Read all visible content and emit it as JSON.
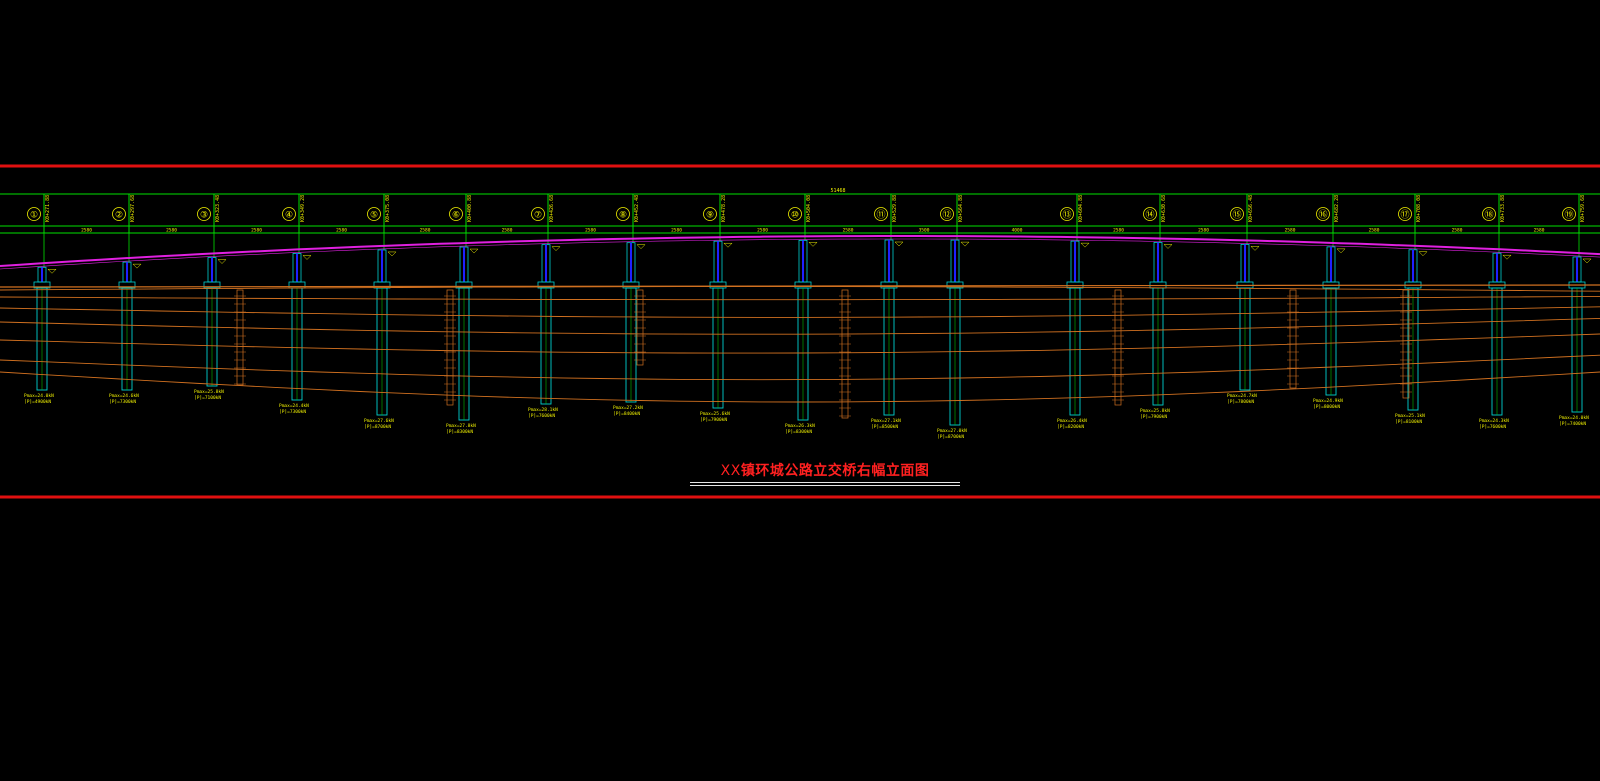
{
  "drawing": {
    "title_prefix": "XX",
    "title_main": "镇环城公路立交桥右幅立面图",
    "total_length_label": "51468",
    "colors": {
      "background": "#000000",
      "frame": "#e01010",
      "grid": "#00e000",
      "deck": "#e020e0",
      "strata": "#d07020",
      "pile": "#00d0d0",
      "text": "#f0f000",
      "column_inner": "#2020ff",
      "title": "#ff2020"
    },
    "piers": [
      {
        "id": "①",
        "station": "K0+271.88",
        "elevation_label": "Pmax=24.0kN",
        "length_label": "[P]=4900kN",
        "span_label": "2580"
      },
      {
        "id": "②",
        "station": "K0+297.68",
        "elevation_label": "Pmax=24.6kN",
        "length_label": "[P]=7300kN",
        "span_label": "2580"
      },
      {
        "id": "③",
        "station": "K0+323.48",
        "elevation_label": "Pmax=25.8kN",
        "length_label": "[P]=7100kN",
        "span_label": "2580"
      },
      {
        "id": "④",
        "station": "K0+349.28",
        "elevation_label": "Pmax=24.4kN",
        "length_label": "[P]=7300kN",
        "span_label": "2580"
      },
      {
        "id": "⑤",
        "station": "K0+375.08",
        "elevation_label": "Pmax=27.6kN",
        "length_label": "[P]=8700kN",
        "span_label": "2580"
      },
      {
        "id": "⑥",
        "station": "K0+400.88",
        "elevation_label": "Pmax=27.8kN",
        "length_label": "[P]=8300kN",
        "span_label": "2580"
      },
      {
        "id": "⑦",
        "station": "K0+426.68",
        "elevation_label": "Pmax=28.1kN",
        "length_label": "[P]=7600kN",
        "span_label": "2580"
      },
      {
        "id": "⑧",
        "station": "K0+452.48",
        "elevation_label": "Pmax=27.2kN",
        "length_label": "[P]=8400kN",
        "span_label": "2580"
      },
      {
        "id": "⑨",
        "station": "K0+478.28",
        "elevation_label": "Pmax=25.6kN",
        "length_label": "[P]=7900kN",
        "span_label": "2580"
      },
      {
        "id": "⑩",
        "station": "K0+504.08",
        "elevation_label": "Pmax=26.3kN",
        "length_label": "[P]=8300kN",
        "span_label": "2580"
      },
      {
        "id": "⑪",
        "station": "K0+529.88",
        "elevation_label": "Pmax=27.1kN",
        "length_label": "[P]=8500kN",
        "span_label": "3500"
      },
      {
        "id": "⑫",
        "station": "K0+564.88",
        "elevation_label": "Pmax=27.0kN",
        "length_label": "[P]=8700kN",
        "span_label": "4000"
      },
      {
        "id": "⑬",
        "station": "K0+604.88",
        "elevation_label": "Pmax=26.4kN",
        "length_label": "[P]=8200kN",
        "span_label": "2580"
      },
      {
        "id": "⑭",
        "station": "K0+630.68",
        "elevation_label": "Pmax=25.8kN",
        "length_label": "[P]=7900kN",
        "span_label": "2580"
      },
      {
        "id": "⑮",
        "station": "K0+656.48",
        "elevation_label": "Pmax=24.7kN",
        "length_label": "[P]=7800kN",
        "span_label": "2580"
      },
      {
        "id": "⑯",
        "station": "K0+682.28",
        "elevation_label": "Pmax=24.9kN",
        "length_label": "[P]=8000kN",
        "span_label": "2580"
      },
      {
        "id": "⑰",
        "station": "K0+708.08",
        "elevation_label": "Pmax=25.1kN",
        "length_label": "[P]=8100kN",
        "span_label": "2580"
      },
      {
        "id": "⑱",
        "station": "K0+733.88",
        "elevation_label": "Pmax=24.3kN",
        "length_label": "[P]=7600kN",
        "span_label": "2580"
      },
      {
        "id": "⑲",
        "station": "K0+759.68",
        "elevation_label": "Pmax=24.0kN",
        "length_label": "[P]=7400kN",
        "span_label": ""
      }
    ]
  }
}
